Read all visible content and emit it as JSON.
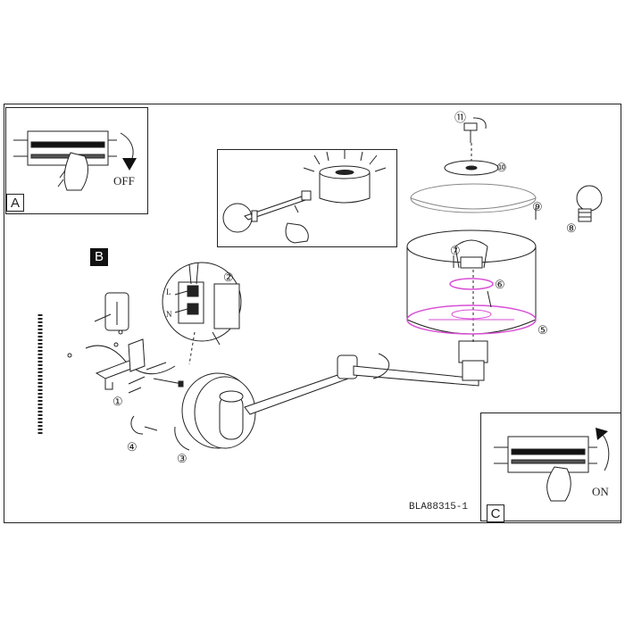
{
  "panels": {
    "a": {
      "tag": "A",
      "action": "OFF"
    },
    "b": {
      "tag": "B"
    },
    "c": {
      "tag": "C",
      "action": "ON"
    }
  },
  "wiring_labels": {
    "live": "L",
    "neutral": "N"
  },
  "callouts": [
    "①",
    "②",
    "③",
    "④",
    "⑤",
    "⑥",
    "⑦",
    "⑧",
    "⑨",
    "⑩",
    "⑪"
  ],
  "model_code": "BLA88315-1",
  "colors": {
    "line": "#222222",
    "highlight": "#d94fd6"
  }
}
